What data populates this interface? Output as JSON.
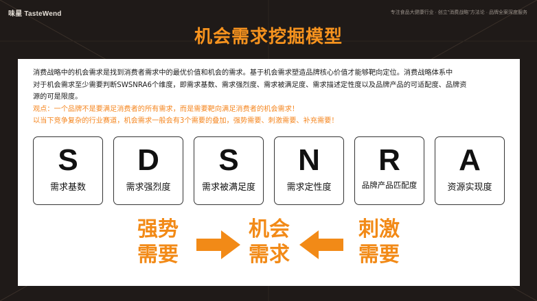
{
  "brand": {
    "name": "味星 TasteWend"
  },
  "tagline": "专注食品大健康行业 · 创立\"消费战略\"方法论 · 品牌全案深度服务",
  "title": "机会需求挖掘模型",
  "paragraph": {
    "line1": "消费战略中的机会需求是找到消费者需求中的最优价值和机会的需求。基于机会需求塑造品牌核心价值才能够靶向定位。消费战略体系中",
    "line2": "对于机会需求至少需要判断SWSNRA6个维度，即需求基数、需求强烈度、需求被满足度、需求描述定性度以及品牌产品的可适配度、品牌资",
    "line3": "源的可是限度。",
    "line4": "观点：一个品牌不是要满足消费者的所有需求，而是需要靶向满足消费者的机会需求！",
    "line5": "以当下竞争复杂的行业赛道，机会需求一般会有3个需要的叠加，强势需要、刺激需要、补充需要！"
  },
  "cards": [
    {
      "letter": "S",
      "label": "需求基数"
    },
    {
      "letter": "D",
      "label": "需求强烈度"
    },
    {
      "letter": "S",
      "label": "需求被满足度"
    },
    {
      "letter": "N",
      "label": "需求定性度"
    },
    {
      "letter": "R",
      "label": "品牌产品匹配度"
    },
    {
      "letter": "A",
      "label": "资源实现度"
    }
  ],
  "flow": {
    "left": {
      "line1": "强势",
      "line2": "需要"
    },
    "center": {
      "line1": "机会",
      "line2": "需求"
    },
    "right": {
      "line1": "刺激",
      "line2": "需要"
    }
  },
  "colors": {
    "background": "#1f1a18",
    "accent_orange": "#f7931e",
    "panel": "#ffffff",
    "text": "#1a1a1a"
  },
  "icons": {
    "left_arrow": "arrow-right-icon",
    "right_arrow": "arrow-left-icon"
  }
}
